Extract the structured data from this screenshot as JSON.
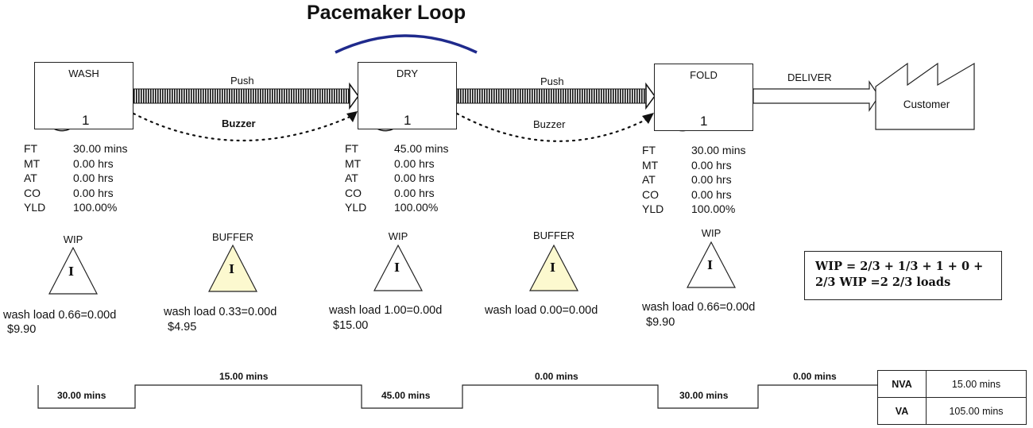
{
  "title": "Pacemaker Loop",
  "processes": [
    {
      "name": "WASH",
      "operators": "1"
    },
    {
      "name": "DRY",
      "operators": "1"
    },
    {
      "name": "FOLD",
      "operators": "1"
    }
  ],
  "flows": [
    {
      "type": "Push",
      "signal": "Buzzer"
    },
    {
      "type": "Push",
      "signal": "Buzzer"
    }
  ],
  "deliver_label": "DELIVER",
  "customer_label": "Customer",
  "metrics": [
    [
      {
        "k": "FT",
        "v": "30.00 mins"
      },
      {
        "k": "MT",
        "v": "0.00 hrs"
      },
      {
        "k": "AT",
        "v": "0.00 hrs"
      },
      {
        "k": "CO",
        "v": "0.00 hrs"
      },
      {
        "k": "YLD",
        "v": "100.00%"
      }
    ],
    [
      {
        "k": "FT",
        "v": "45.00 mins"
      },
      {
        "k": "MT",
        "v": "0.00 hrs"
      },
      {
        "k": "AT",
        "v": "0.00 hrs"
      },
      {
        "k": "CO",
        "v": "0.00 hrs"
      },
      {
        "k": "YLD",
        "v": "100.00%"
      }
    ],
    [
      {
        "k": "FT",
        "v": "30.00 mins"
      },
      {
        "k": "MT",
        "v": "0.00 hrs"
      },
      {
        "k": "AT",
        "v": "0.00 hrs"
      },
      {
        "k": "CO",
        "v": "0.00 hrs"
      },
      {
        "k": "YLD",
        "v": "100.00%"
      }
    ]
  ],
  "inventory": [
    {
      "label": "WIP",
      "symbol": "I",
      "text": "wash load 0.66=0.00d",
      "cost": "$9.90",
      "color": "#ffffff"
    },
    {
      "label": "BUFFER",
      "symbol": "I",
      "text": "wash load 0.33=0.00d",
      "cost": "$4.95",
      "color": "#fcf9cf"
    },
    {
      "label": "WIP",
      "symbol": "I",
      "text": "wash load 1.00=0.00d",
      "cost": "$15.00",
      "color": "#ffffff"
    },
    {
      "label": "BUFFER",
      "symbol": "I",
      "text": "wash load 0.00=0.00d",
      "cost": "",
      "color": "#fcf9cf"
    },
    {
      "label": "WIP",
      "symbol": "I",
      "text": "wash load 0.66=0.00d",
      "cost": "$9.90",
      "color": "#ffffff"
    }
  ],
  "wip_note": {
    "line1": "WIP = 2/3 + 1/3 + 1 + 0 +",
    "line2": "2/3 WIP =2 2/3 loads"
  },
  "timeline": {
    "low": [
      "30.00 mins",
      "45.00 mins",
      "30.00 mins"
    ],
    "high": [
      "15.00 mins",
      "0.00 mins",
      "0.00 mins"
    ]
  },
  "summary": [
    {
      "label": "NVA",
      "value": "15.00 mins"
    },
    {
      "label": "VA",
      "value": "105.00 mins"
    }
  ],
  "colors": {
    "pacemaker_arc": "#1f2a8c",
    "buffer_fill": "#fcf9cf",
    "line": "#222222"
  }
}
